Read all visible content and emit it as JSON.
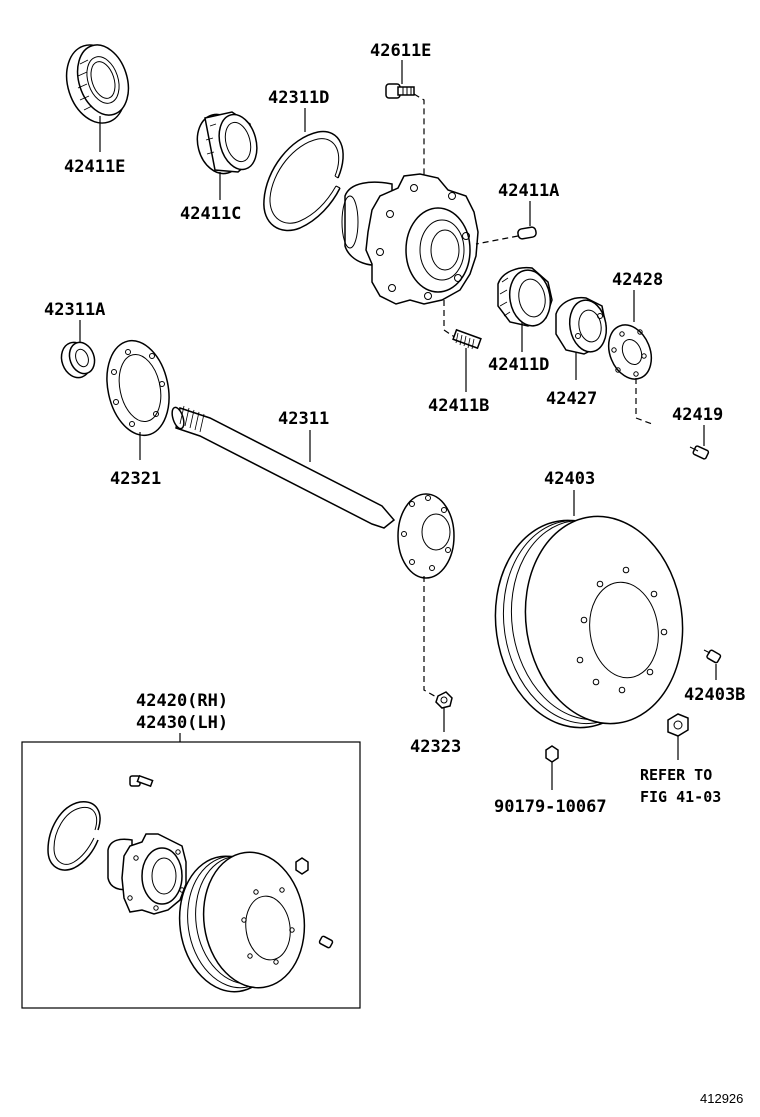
{
  "labels": {
    "p42411E": "42411E",
    "p42611E": "42611E",
    "p42311D": "42311D",
    "p42411C": "42411C",
    "p42411A": "42411A",
    "p42311A": "42311A",
    "p42428": "42428",
    "p42411D": "42411D",
    "p42411B": "42411B",
    "p42427": "42427",
    "p42419": "42419",
    "p42311": "42311",
    "p42321": "42321",
    "p42403": "42403",
    "p42403B": "42403B",
    "p42323": "42323",
    "p90179": "90179-10067",
    "assy_rh": "42420(RH)",
    "assy_lh": "42430(LH)",
    "refer_line1": "REFER TO",
    "refer_line2": "FIG 41-03",
    "figure_number": "412926"
  }
}
